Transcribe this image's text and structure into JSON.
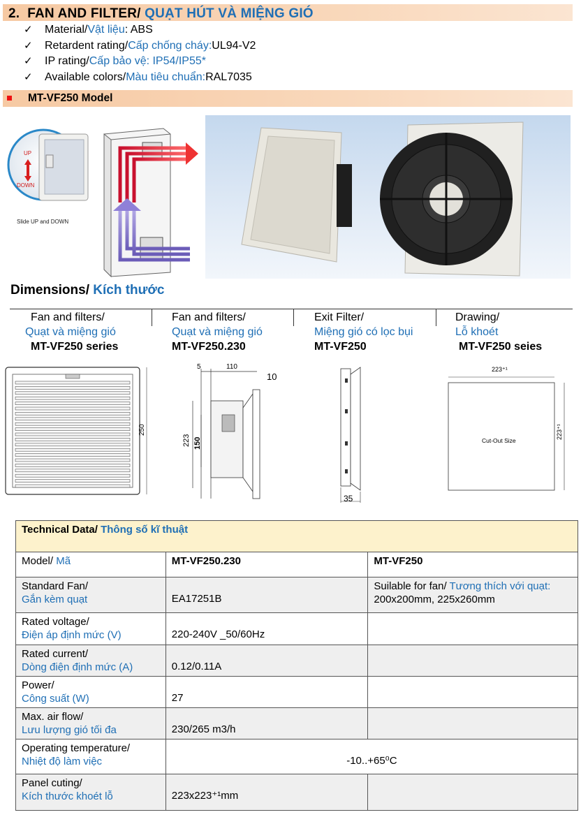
{
  "section": {
    "number": "2.",
    "title_en": "FAN AND FILTER/",
    "title_vi": " QUẠT HÚT VÀ MIỆNG GIÓ"
  },
  "specs": [
    {
      "en": "Material/",
      "vi": " Vật liệu",
      "value": ": ABS"
    },
    {
      "en": "Retardent rating/",
      "vi": " Cấp chống cháy:",
      "value": " UL94-V2"
    },
    {
      "en": "IP rating/",
      "vi": " Cấp bảo vệ: IP54/IP55*",
      "value": ""
    },
    {
      "en": "Available colors/",
      "vi": " Màu tiêu chuẩn:",
      "value": " RAL7035"
    }
  ],
  "check_mark": "✓",
  "model_bar": "MT-VF250 Model",
  "illustration": {
    "up": "UP",
    "down": "DOWN",
    "caption": "Slide UP and DOWN"
  },
  "dimensions": {
    "title_en": "Dimensions/",
    "title_vi": " Kích thước",
    "columns": [
      {
        "l1": "Fan and filters/",
        "l2": "Quạt và miệng gió",
        "l3": "MT-VF250 series"
      },
      {
        "l1": "Fan and filters/",
        "l2": "Quạt và miệng gió",
        "l3": "MT-VF250.230"
      },
      {
        "l1": "Exit Filter/",
        "l2": "Miệng gió có lọc bụi",
        "l3": "MT-VF250"
      },
      {
        "l1": "Drawing/",
        "l2": "Lỗ khoét",
        "l3": "MT-VF250 seies"
      }
    ],
    "drawing": {
      "d250": "250",
      "d5": "5",
      "d110": "110",
      "d10": "10",
      "d223": "223",
      "d150": "150",
      "d35": "35",
      "cut_w": "223⁺¹",
      "cut_h": "223⁺¹",
      "cut_label": "Cut-Out Size"
    }
  },
  "tech": {
    "title_en": "Technical Data/",
    "title_vi": " Thông số kĩ thuật",
    "model_label_en": "Model/",
    "model_label_vi": " Mã",
    "model_a": "MT-VF250.230",
    "model_b": "MT-VF250",
    "rows": [
      {
        "en": "Standard Fan/",
        "vi": "Gắn kèm quạt",
        "a": "EA17251B",
        "b_vi_prefix": "Suilable for fan/",
        "b_vi": " Tương thích với quạt:",
        "b2": "200x200mm, 225x260mm"
      },
      {
        "en": "Rated voltage/",
        "vi": "Điện áp định mức (V)",
        "a": "220-240V _50/60Hz",
        "b": ""
      },
      {
        "en": "Rated current/",
        "vi": "Dòng điện định mức (A)",
        "a": "0.12/0.11A",
        "b": ""
      },
      {
        "en": "Power/",
        "vi": "Công suất (W)",
        "a": "27",
        "b": ""
      },
      {
        "en": "Max. air flow/",
        "vi": "Lưu lượng gió tối đa",
        "a": "230/265 m3/h",
        "b": ""
      },
      {
        "en": "Operating temperature/",
        "vi": "Nhiệt độ làm việc",
        "span": "-10..+65⁰C"
      },
      {
        "en": "Panel cuting/",
        "vi": "Kích thước khoét lỗ",
        "a": "223x223⁺¹mm",
        "b": ""
      }
    ]
  }
}
